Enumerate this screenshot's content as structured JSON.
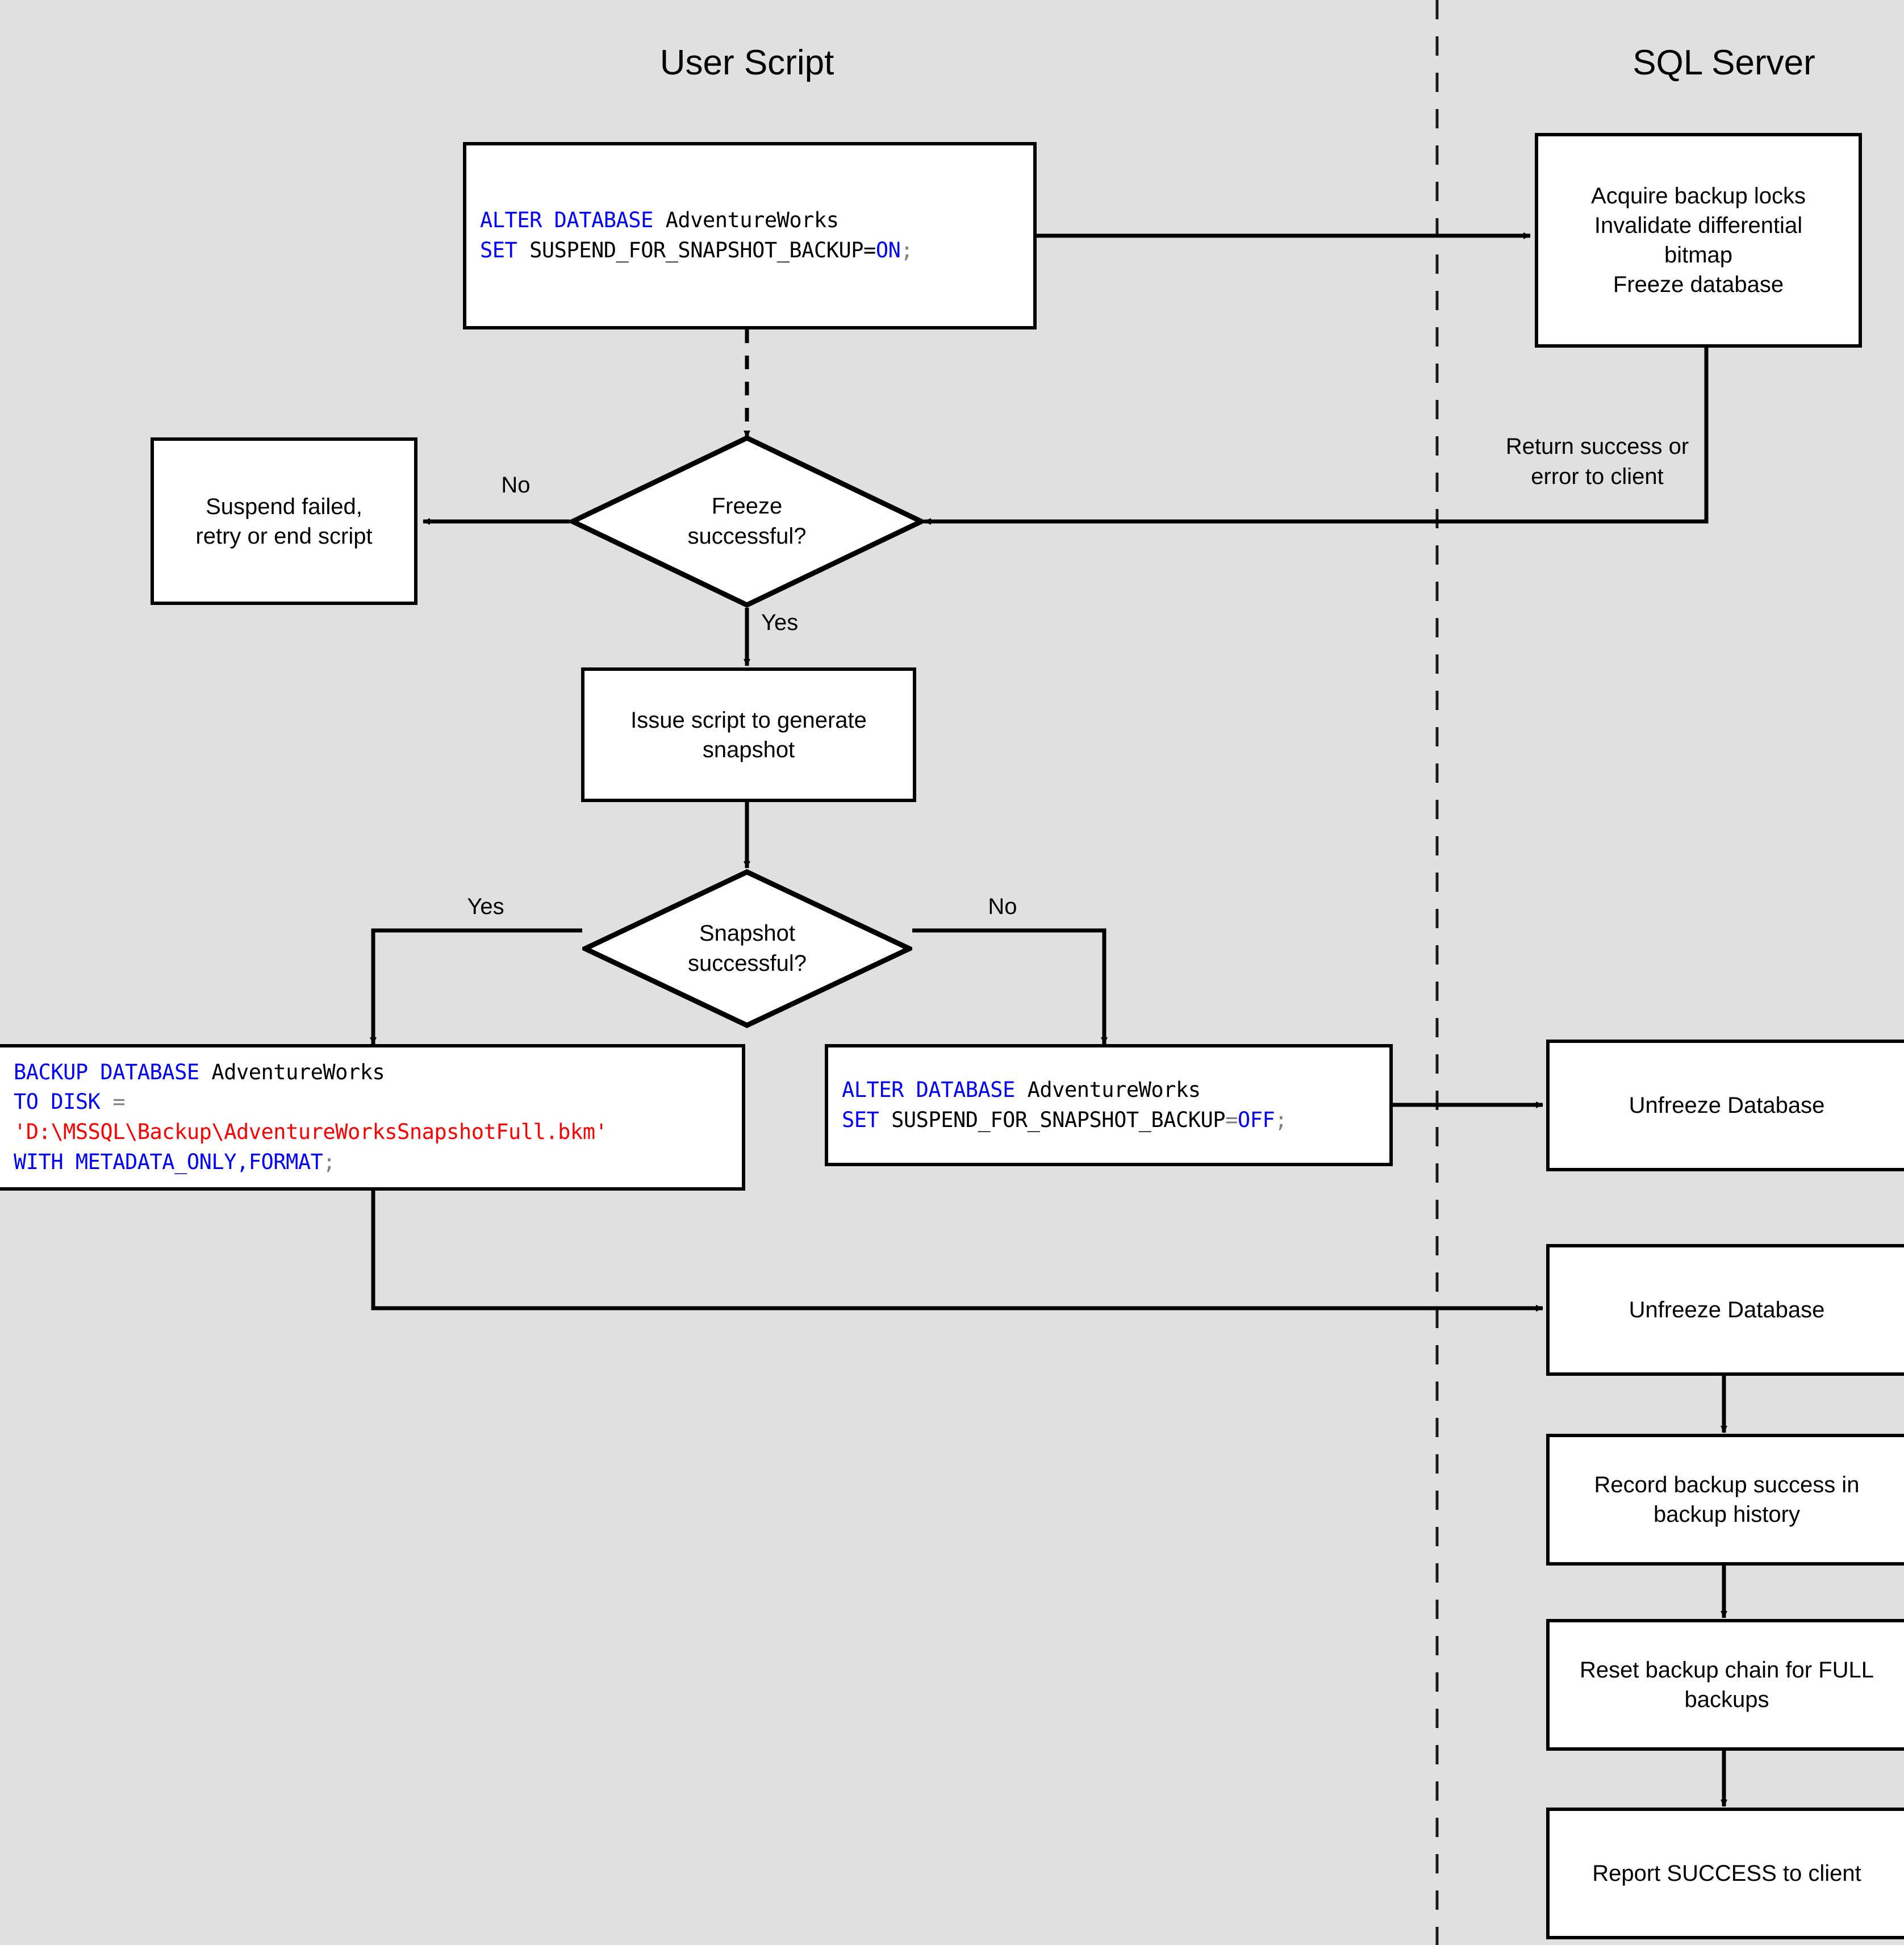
{
  "swimlanes": {
    "left_title": "User Script",
    "right_title": "SQL Server",
    "divider": "dashed-vertical-divider"
  },
  "colors": {
    "background": "#e0e0e0",
    "node_fill": "#ffffff",
    "stroke": "#000000",
    "sql_keyword": "#0000ff",
    "sql_string": "#ff0000",
    "sql_punct": "#808080",
    "sql_identifier": "#000000"
  },
  "code_blocks": {
    "alter_on": {
      "lines": [
        [
          {
            "t": "ALTER DATABASE ",
            "c": "kw"
          },
          {
            "t": "AdventureWorks",
            "c": "id"
          }
        ],
        [
          {
            "t": "SET ",
            "c": "kw"
          },
          {
            "t": "SUSPEND_FOR_SNAPSHOT_BACKUP=",
            "c": "id"
          },
          {
            "t": "ON",
            "c": "kw"
          },
          {
            "t": ";",
            "c": "pun"
          }
        ]
      ]
    },
    "backup_database": {
      "lines": [
        [
          {
            "t": "BACKUP DATABASE ",
            "c": "kw"
          },
          {
            "t": "AdventureWorks",
            "c": "id"
          }
        ],
        [
          {
            "t": "TO DISK ",
            "c": "kw"
          },
          {
            "t": "=",
            "c": "pun"
          }
        ],
        [
          {
            "t": "'D:\\MSSQL\\Backup\\AdventureWorksSnapshotFull.bkm'",
            "c": "str"
          }
        ],
        [
          {
            "t": "WITH METADATA_ONLY,FORMAT",
            "c": "kw"
          },
          {
            "t": ";",
            "c": "pun"
          }
        ]
      ]
    },
    "alter_off": {
      "lines": [
        [
          {
            "t": "ALTER DATABASE ",
            "c": "kw"
          },
          {
            "t": "AdventureWorks",
            "c": "id"
          }
        ],
        [
          {
            "t": "SET ",
            "c": "kw"
          },
          {
            "t": "SUSPEND_FOR_SNAPSHOT_BACKUP",
            "c": "id"
          },
          {
            "t": "=",
            "c": "pun"
          },
          {
            "t": "OFF",
            "c": "kw"
          },
          {
            "t": ";",
            "c": "pun"
          }
        ]
      ]
    }
  },
  "nodes": {
    "acquire_locks": "Acquire backup locks\nInvalidate differential\nbitmap\nFreeze database",
    "suspend_failed": "Suspend failed,\nretry or end script",
    "issue_script": "Issue script to generate\nsnapshot",
    "unfreeze_1": "Unfreeze Database",
    "unfreeze_2": "Unfreeze Database",
    "record_backup": "Record backup success in\nbackup history",
    "reset_chain": "Reset backup chain for FULL\nbackups",
    "report_success": "Report SUCCESS to client"
  },
  "decisions": {
    "freeze_successful": "Freeze\nsuccessful?",
    "snapshot_successful": "Snapshot\nsuccessful?"
  },
  "edge_labels": {
    "freeze_no": "No",
    "freeze_yes": "Yes",
    "return_to_client": "Return success or\nerror to client",
    "snapshot_yes": "Yes",
    "snapshot_no": "No"
  }
}
